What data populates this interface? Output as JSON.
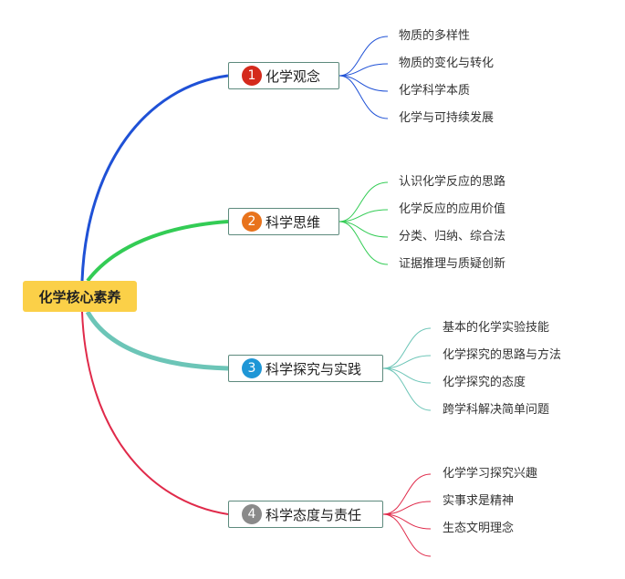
{
  "root": {
    "label": "化学核心素养"
  },
  "branches": [
    {
      "number": "1",
      "label": "化学观念",
      "color": "#1f51d6",
      "badge_color": "#d42a1c",
      "leaves": [
        "物质的多样性",
        "物质的变化与转化",
        "化学科学本质",
        "化学与可持续发展"
      ]
    },
    {
      "number": "2",
      "label": "科学思维",
      "color": "#33cc55",
      "badge_color": "#e8731c",
      "leaves": [
        "认识化学反应的思路",
        "化学反应的应用价值",
        "分类、归纳、综合法",
        "证据推理与质疑创新"
      ]
    },
    {
      "number": "3",
      "label": "科学探究与实践",
      "color": "#6cc5b7",
      "badge_color": "#1e96d6",
      "leaves": [
        "基本的化学实验技能",
        "化学探究的思路与方法",
        "化学探究的态度",
        "跨学科解决简单问题"
      ]
    },
    {
      "number": "4",
      "label": "科学态度与责任",
      "color": "#e02a4a",
      "badge_color": "#8a8a8a",
      "leaves": [
        "化学学习探究兴趣",
        "实事求是精神",
        "生态文明理念",
        ""
      ]
    }
  ]
}
